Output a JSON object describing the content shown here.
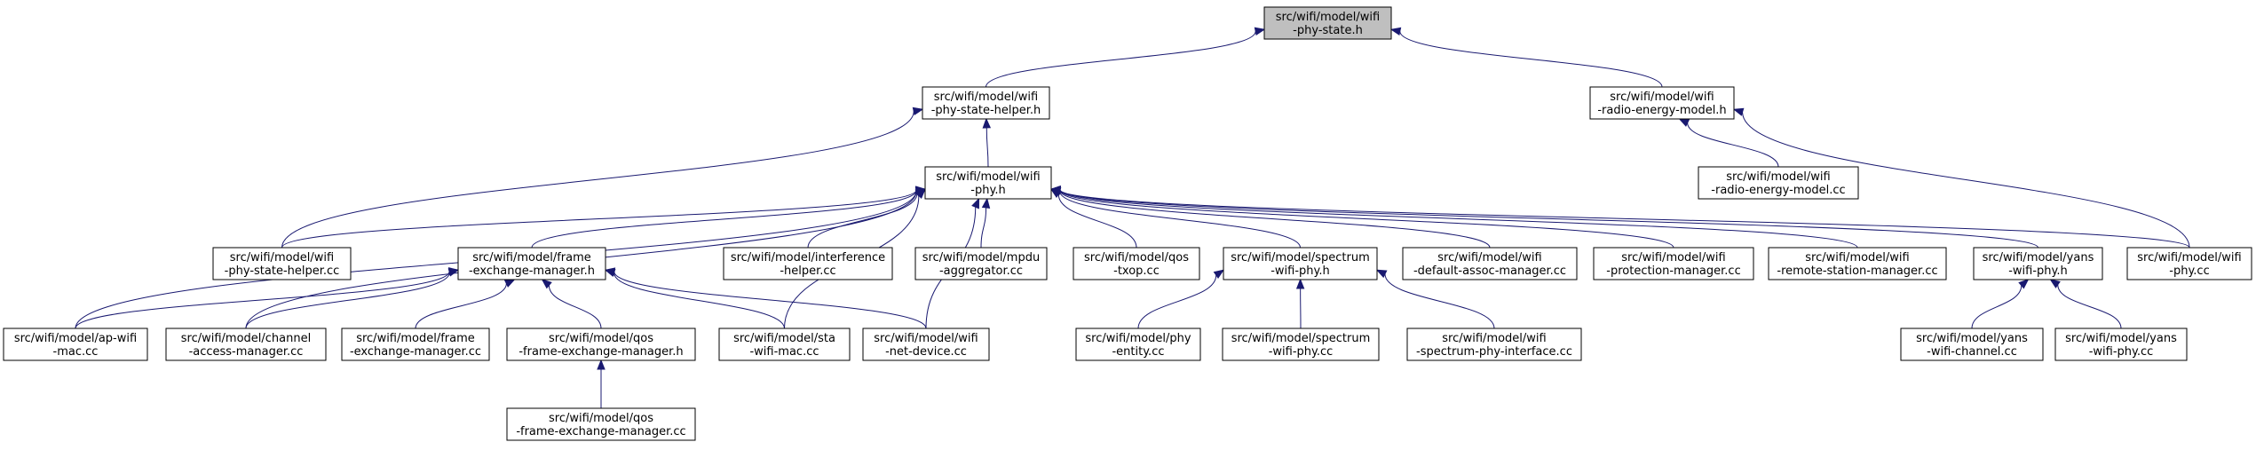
{
  "colors": {
    "edge": "#191970",
    "root_fill": "#bfbfbf",
    "node_fill": "#ffffff",
    "node_border": "#000000"
  },
  "nodes": [
    {
      "id": "phy-state-h",
      "lines": [
        "src/wifi/model/wifi",
        "-phy-state.h"
      ],
      "root": true
    },
    {
      "id": "phy-state-helper-h",
      "lines": [
        "src/wifi/model/wifi",
        "-phy-state-helper.h"
      ]
    },
    {
      "id": "radio-energy-model-h",
      "lines": [
        "src/wifi/model/wifi",
        "-radio-energy-model.h"
      ]
    },
    {
      "id": "wifi-phy-h",
      "lines": [
        "src/wifi/model/wifi",
        "-phy.h"
      ]
    },
    {
      "id": "radio-energy-model-cc",
      "lines": [
        "src/wifi/model/wifi",
        "-radio-energy-model.cc"
      ]
    },
    {
      "id": "phy-state-helper-cc",
      "lines": [
        "src/wifi/model/wifi",
        "-phy-state-helper.cc"
      ]
    },
    {
      "id": "frame-exchange-manager-h",
      "lines": [
        "src/wifi/model/frame",
        "-exchange-manager.h"
      ]
    },
    {
      "id": "interference-helper-cc",
      "lines": [
        "src/wifi/model/interference",
        "-helper.cc"
      ]
    },
    {
      "id": "mpdu-aggregator-cc",
      "lines": [
        "src/wifi/model/mpdu",
        "-aggregator.cc"
      ]
    },
    {
      "id": "qos-txop-cc",
      "lines": [
        "src/wifi/model/qos",
        "-txop.cc"
      ]
    },
    {
      "id": "spectrum-wifi-phy-h",
      "lines": [
        "src/wifi/model/spectrum",
        "-wifi-phy.h"
      ]
    },
    {
      "id": "default-assoc-manager-cc",
      "lines": [
        "src/wifi/model/wifi",
        "-default-assoc-manager.cc"
      ]
    },
    {
      "id": "protection-manager-cc",
      "lines": [
        "src/wifi/model/wifi",
        "-protection-manager.cc"
      ]
    },
    {
      "id": "remote-station-manager-cc",
      "lines": [
        "src/wifi/model/wifi",
        "-remote-station-manager.cc"
      ]
    },
    {
      "id": "yans-wifi-phy-h",
      "lines": [
        "src/wifi/model/yans",
        "-wifi-phy.h"
      ]
    },
    {
      "id": "wifi-phy-cc",
      "lines": [
        "src/wifi/model/wifi",
        "-phy.cc"
      ]
    },
    {
      "id": "ap-wifi-mac-cc",
      "lines": [
        "src/wifi/model/ap-wifi",
        "-mac.cc"
      ]
    },
    {
      "id": "channel-access-manager-cc",
      "lines": [
        "src/wifi/model/channel",
        "-access-manager.cc"
      ]
    },
    {
      "id": "frame-exchange-manager-cc",
      "lines": [
        "src/wifi/model/frame",
        "-exchange-manager.cc"
      ]
    },
    {
      "id": "qos-frame-exchange-manager-h",
      "lines": [
        "src/wifi/model/qos",
        "-frame-exchange-manager.h"
      ]
    },
    {
      "id": "sta-wifi-mac-cc",
      "lines": [
        "src/wifi/model/sta",
        "-wifi-mac.cc"
      ]
    },
    {
      "id": "net-device-cc",
      "lines": [
        "src/wifi/model/wifi",
        "-net-device.cc"
      ]
    },
    {
      "id": "phy-entity-cc",
      "lines": [
        "src/wifi/model/phy",
        "-entity.cc"
      ]
    },
    {
      "id": "spectrum-wifi-phy-cc",
      "lines": [
        "src/wifi/model/spectrum",
        "-wifi-phy.cc"
      ]
    },
    {
      "id": "spectrum-phy-interface-cc",
      "lines": [
        "src/wifi/model/wifi",
        "-spectrum-phy-interface.cc"
      ]
    },
    {
      "id": "yans-wifi-channel-cc",
      "lines": [
        "src/wifi/model/yans",
        "-wifi-channel.cc"
      ]
    },
    {
      "id": "yans-wifi-phy-cc",
      "lines": [
        "src/wifi/model/yans",
        "-wifi-phy.cc"
      ]
    },
    {
      "id": "qos-frame-exchange-manager-cc",
      "lines": [
        "src/wifi/model/qos",
        "-frame-exchange-manager.cc"
      ]
    }
  ],
  "edges": [
    {
      "from": "phy-state-helper-h",
      "to": "phy-state-h"
    },
    {
      "from": "radio-energy-model-h",
      "to": "phy-state-h"
    },
    {
      "from": "wifi-phy-h",
      "to": "phy-state-helper-h"
    },
    {
      "from": "phy-state-helper-cc",
      "to": "phy-state-helper-h"
    },
    {
      "from": "radio-energy-model-cc",
      "to": "radio-energy-model-h"
    },
    {
      "from": "wifi-phy-cc",
      "to": "radio-energy-model-h"
    },
    {
      "from": "phy-state-helper-cc",
      "to": "wifi-phy-h"
    },
    {
      "from": "frame-exchange-manager-h",
      "to": "wifi-phy-h"
    },
    {
      "from": "interference-helper-cc",
      "to": "wifi-phy-h"
    },
    {
      "from": "mpdu-aggregator-cc",
      "to": "wifi-phy-h"
    },
    {
      "from": "qos-txop-cc",
      "to": "wifi-phy-h"
    },
    {
      "from": "spectrum-wifi-phy-h",
      "to": "wifi-phy-h"
    },
    {
      "from": "default-assoc-manager-cc",
      "to": "wifi-phy-h"
    },
    {
      "from": "protection-manager-cc",
      "to": "wifi-phy-h"
    },
    {
      "from": "remote-station-manager-cc",
      "to": "wifi-phy-h"
    },
    {
      "from": "yans-wifi-phy-h",
      "to": "wifi-phy-h"
    },
    {
      "from": "wifi-phy-cc",
      "to": "wifi-phy-h"
    },
    {
      "from": "ap-wifi-mac-cc",
      "to": "wifi-phy-h"
    },
    {
      "from": "channel-access-manager-cc",
      "to": "wifi-phy-h"
    },
    {
      "from": "sta-wifi-mac-cc",
      "to": "wifi-phy-h"
    },
    {
      "from": "net-device-cc",
      "to": "wifi-phy-h"
    },
    {
      "from": "ap-wifi-mac-cc",
      "to": "frame-exchange-manager-h"
    },
    {
      "from": "channel-access-manager-cc",
      "to": "frame-exchange-manager-h"
    },
    {
      "from": "frame-exchange-manager-cc",
      "to": "frame-exchange-manager-h"
    },
    {
      "from": "qos-frame-exchange-manager-h",
      "to": "frame-exchange-manager-h"
    },
    {
      "from": "sta-wifi-mac-cc",
      "to": "frame-exchange-manager-h"
    },
    {
      "from": "net-device-cc",
      "to": "frame-exchange-manager-h"
    },
    {
      "from": "qos-frame-exchange-manager-cc",
      "to": "qos-frame-exchange-manager-h"
    },
    {
      "from": "phy-entity-cc",
      "to": "spectrum-wifi-phy-h"
    },
    {
      "from": "spectrum-wifi-phy-cc",
      "to": "spectrum-wifi-phy-h"
    },
    {
      "from": "spectrum-phy-interface-cc",
      "to": "spectrum-wifi-phy-h"
    },
    {
      "from": "yans-wifi-channel-cc",
      "to": "yans-wifi-phy-h"
    },
    {
      "from": "yans-wifi-phy-cc",
      "to": "yans-wifi-phy-h"
    }
  ]
}
